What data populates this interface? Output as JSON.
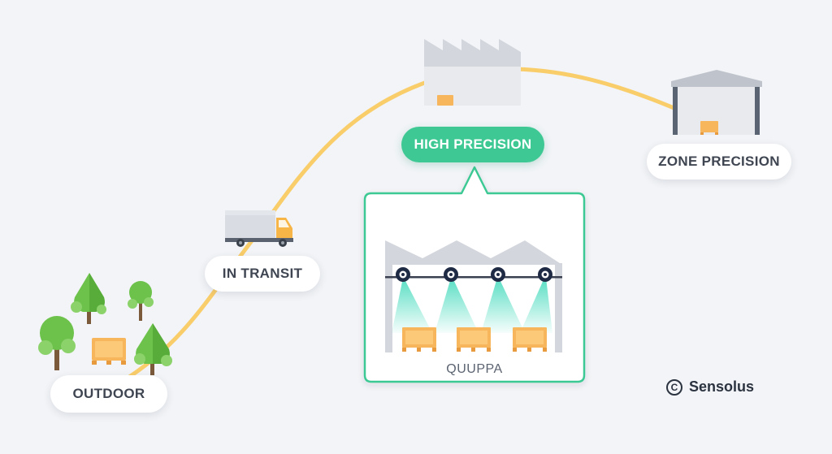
{
  "labels": {
    "outdoor": "OUTDOOR",
    "in_transit": "IN TRANSIT",
    "high_precision": "HIGH PRECISION",
    "zone_precision": "ZONE PRECISION",
    "quuppa": "QUUPPA"
  },
  "brand": {
    "name": "Sensolus",
    "icon": "copyright-circle-icon"
  },
  "colors": {
    "path": "#f9cd6a",
    "accent_green": "#3ec994",
    "pallet": "#f7b55c",
    "building": "#d3d6dd",
    "beam": "#6fe1c9"
  },
  "icons": [
    "tree-icon",
    "pallet-icon",
    "truck-icon",
    "factory-icon",
    "warehouse-icon",
    "locator-icon"
  ]
}
